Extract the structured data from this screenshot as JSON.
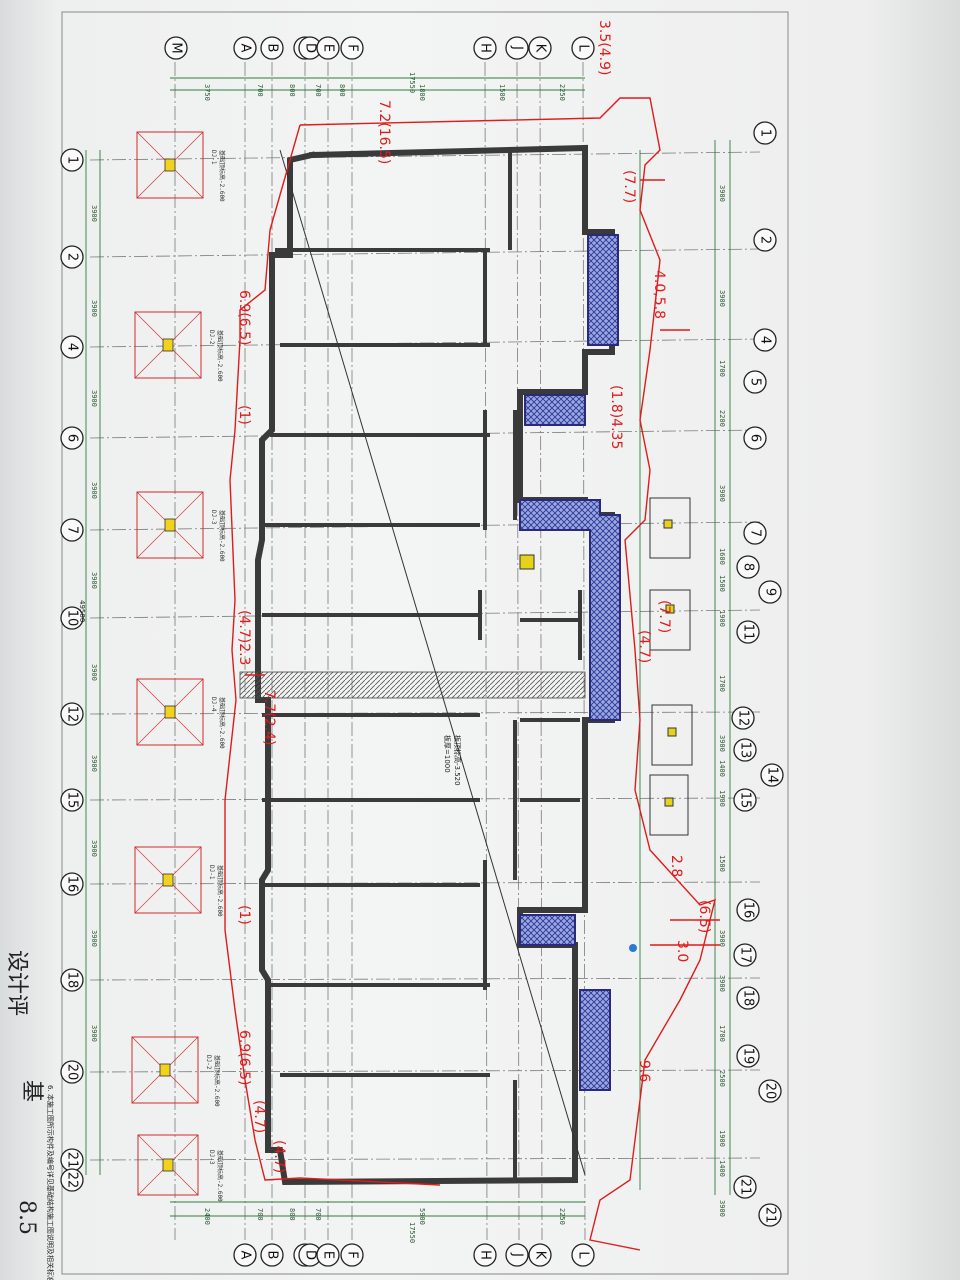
{
  "drawing": {
    "row_axes_left": [
      "1",
      "2",
      "4",
      "6",
      "7",
      "10",
      "12",
      "15",
      "16",
      "18",
      "20",
      "21",
      "22"
    ],
    "row_axes_right": [
      "1",
      "2",
      "4",
      "5",
      "6",
      "7",
      "8",
      "9",
      "11",
      "12",
      "13",
      "14",
      "15",
      "16",
      "17",
      "18",
      "19",
      "20",
      "21",
      "21"
    ],
    "col_axes_top": [
      "M",
      "A",
      "B",
      "C",
      "D",
      "E",
      "F",
      "H",
      "J",
      "K",
      "L"
    ],
    "col_axes_bottom": [
      "A",
      "B",
      "C",
      "D",
      "E",
      "F",
      "H",
      "J",
      "K",
      "L"
    ],
    "overall_dim_top": "17550",
    "overall_dim_bottom": "17550",
    "top_dims": [
      "3750",
      "700",
      "800",
      "700",
      "800",
      "1800",
      "1500",
      "2250"
    ],
    "bottom_dims": [
      "2400",
      "700",
      "800",
      "700",
      "5900",
      "2250"
    ],
    "left_dims": [
      "3900",
      "3900",
      "3900",
      "3900",
      "3900",
      "3900",
      "3900",
      "3900",
      "3900",
      "3900"
    ],
    "right_dims": [
      "3900",
      "3900",
      "1700",
      "2200",
      "3900",
      "1600",
      "1500",
      "1900",
      "1700",
      "3900",
      "1400",
      "1900",
      "1500",
      "3900",
      "3900",
      "1700",
      "2500",
      "1900",
      "1400",
      "3900"
    ],
    "ribbon_label": "49500",
    "diagonal_note": "板顶标高-3.520",
    "slab_note": "板厚=1000",
    "footing_labels": [
      "DJ-1",
      "DJ-2",
      "DJ-3",
      "DJ-4"
    ],
    "cap_label": "基础顶标高-2.600",
    "side_note": "6. 本施工图所示构件及编号详见基础结构施工图说明及相关标准图集"
  },
  "annotations": {
    "red_texts": [
      "3.5(4.9)",
      "7.2(16.5)",
      "(7.7)",
      "4.0,5.8",
      "(1.8)4.35",
      "(7.7)",
      "7.7(2.4)",
      "6.9(6.5)",
      "(1)",
      "(4.7)2.3",
      "(1)",
      "6.9(6.5)",
      "(4.7)",
      "(4.7)",
      "(4.7)",
      "2.8",
      "(6.5)",
      "3.0",
      "9.6"
    ],
    "handwriting": [
      "基",
      "8.5",
      "设计评"
    ]
  }
}
